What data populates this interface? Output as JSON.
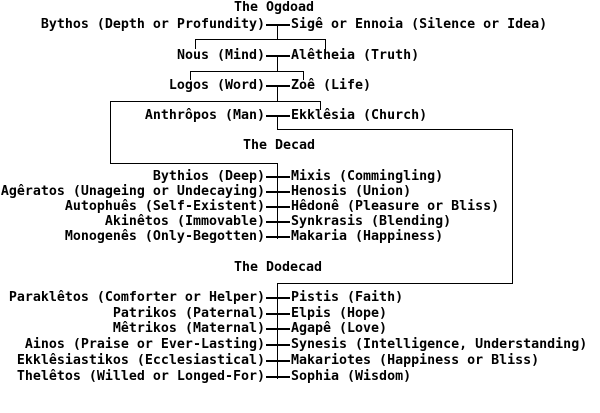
{
  "diagram": {
    "sections": [
      {
        "title": "The Ogdoad",
        "pairs": [
          {
            "left": "Bythos (Depth or Profundity)",
            "right": "Sigê or Ennoia (Silence or Idea)"
          },
          {
            "left": "Nous (Mind)",
            "right": "Alêtheia (Truth)"
          },
          {
            "left": "Logos (Word)",
            "right": "Zoê (Life)"
          },
          {
            "left": "Anthrôpos (Man)",
            "right": "Ekklêsia (Church)"
          }
        ]
      },
      {
        "title": "The Decad",
        "pairs": [
          {
            "left": "Bythios (Deep)",
            "right": "Mixis (Commingling)"
          },
          {
            "left": "Agêratos (Unageing or Undecaying)",
            "right": "Henosis (Union)"
          },
          {
            "left": "Autophuês (Self-Existent)",
            "right": "Hêdonê (Pleasure or Bliss)"
          },
          {
            "left": "Akinêtos (Immovable)",
            "right": "Synkrasis (Blending)"
          },
          {
            "left": "Monogenês (Only-Begotten)",
            "right": "Makaria (Happiness)"
          }
        ]
      },
      {
        "title": "The Dodecad",
        "pairs": [
          {
            "left": "Paraklêtos (Comforter or Helper)",
            "right": "Pistis (Faith)"
          },
          {
            "left": "Patrikos (Paternal)",
            "right": "Elpis (Hope)"
          },
          {
            "left": "Mêtrikos (Maternal)",
            "right": "Agapê (Love)"
          },
          {
            "left": "Ainos (Praise or Ever-Lasting)",
            "right": "Synesis (Intelligence, Understanding)"
          },
          {
            "left": "Ekklêsiastikos (Ecclesiastical)",
            "right": "Makariotes (Happiness or Bliss)"
          },
          {
            "left": "Thelêtos (Willed or Longed-For)",
            "right": "Sophia (Wisdom)"
          }
        ]
      }
    ],
    "colors": {
      "background": "#ffffff",
      "line": "#000000",
      "text": "#000000"
    }
  }
}
